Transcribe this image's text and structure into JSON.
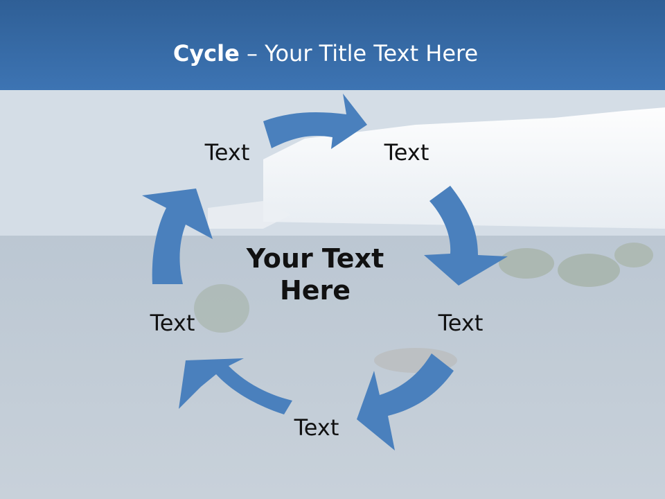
{
  "slide": {
    "title_bold": "Cycle",
    "title_rest": " – Your Title Text Here",
    "center_text_line1": "Your Text",
    "center_text_line2": "Here",
    "nodes": [
      "Text",
      "Text",
      "Text",
      "Text",
      "Text"
    ]
  },
  "colors": {
    "title_bar": "#3d74b3",
    "arrow": "#4a80bd",
    "title_text": "#ffffff",
    "body_text": "#111111"
  },
  "icons": {
    "arrow_shape": "curved-arrow-icon",
    "background": "waterfall-photo"
  }
}
